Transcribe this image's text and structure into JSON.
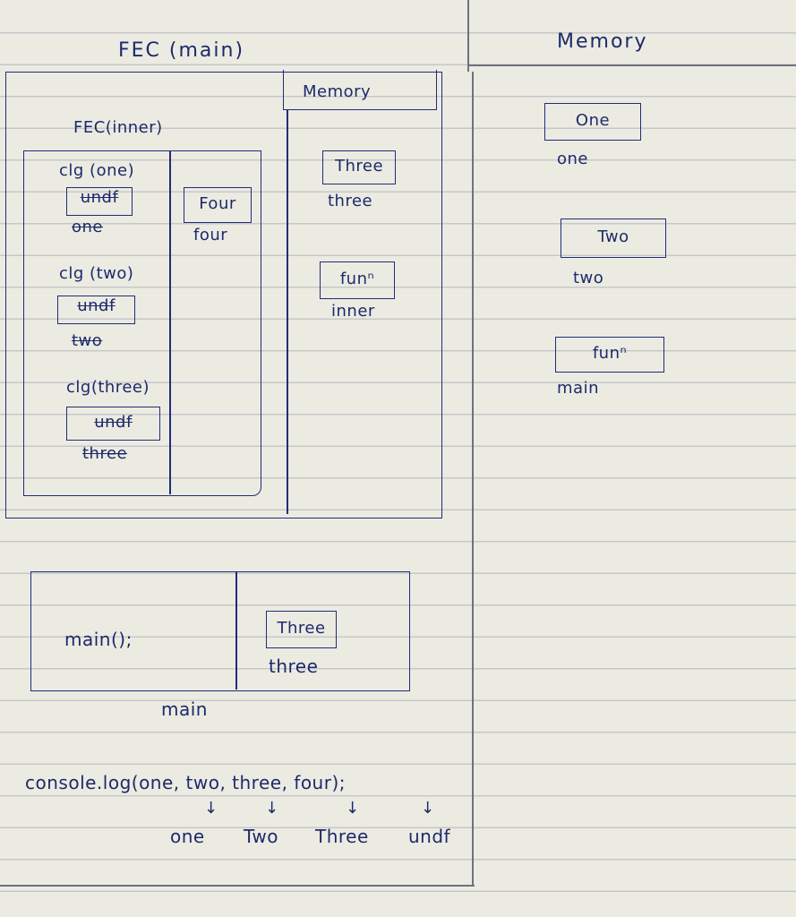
{
  "fec_main": {
    "title": "FEC (main)",
    "memory_label": "Memory",
    "memory": [
      {
        "value": "Three",
        "var": "three"
      },
      {
        "value": "funⁿ",
        "var": "inner"
      }
    ]
  },
  "fec_inner": {
    "title": "FEC(inner)",
    "code": [
      "clg (one)",
      "clg (two)",
      "clg(three)"
    ],
    "values": [
      "undf",
      "undf",
      "undf"
    ],
    "vars": [
      "one",
      "two",
      "three"
    ],
    "memory": {
      "value": "Four",
      "var": "four"
    }
  },
  "global_memory": {
    "title": "Memory",
    "entries": [
      {
        "value": "One",
        "var": "one"
      },
      {
        "value": "Two",
        "var": "two"
      },
      {
        "value": "funⁿ",
        "var": "main"
      }
    ]
  },
  "main_call": {
    "code": "main();",
    "memory": {
      "value": "Three",
      "var": "three"
    },
    "label": "main"
  },
  "console": {
    "code": "console.log(one, two, three, four);",
    "arrows": [
      "↓",
      "↓",
      "↓",
      "↓"
    ],
    "outputs": [
      "one",
      "Two",
      "Three",
      "undf"
    ]
  }
}
